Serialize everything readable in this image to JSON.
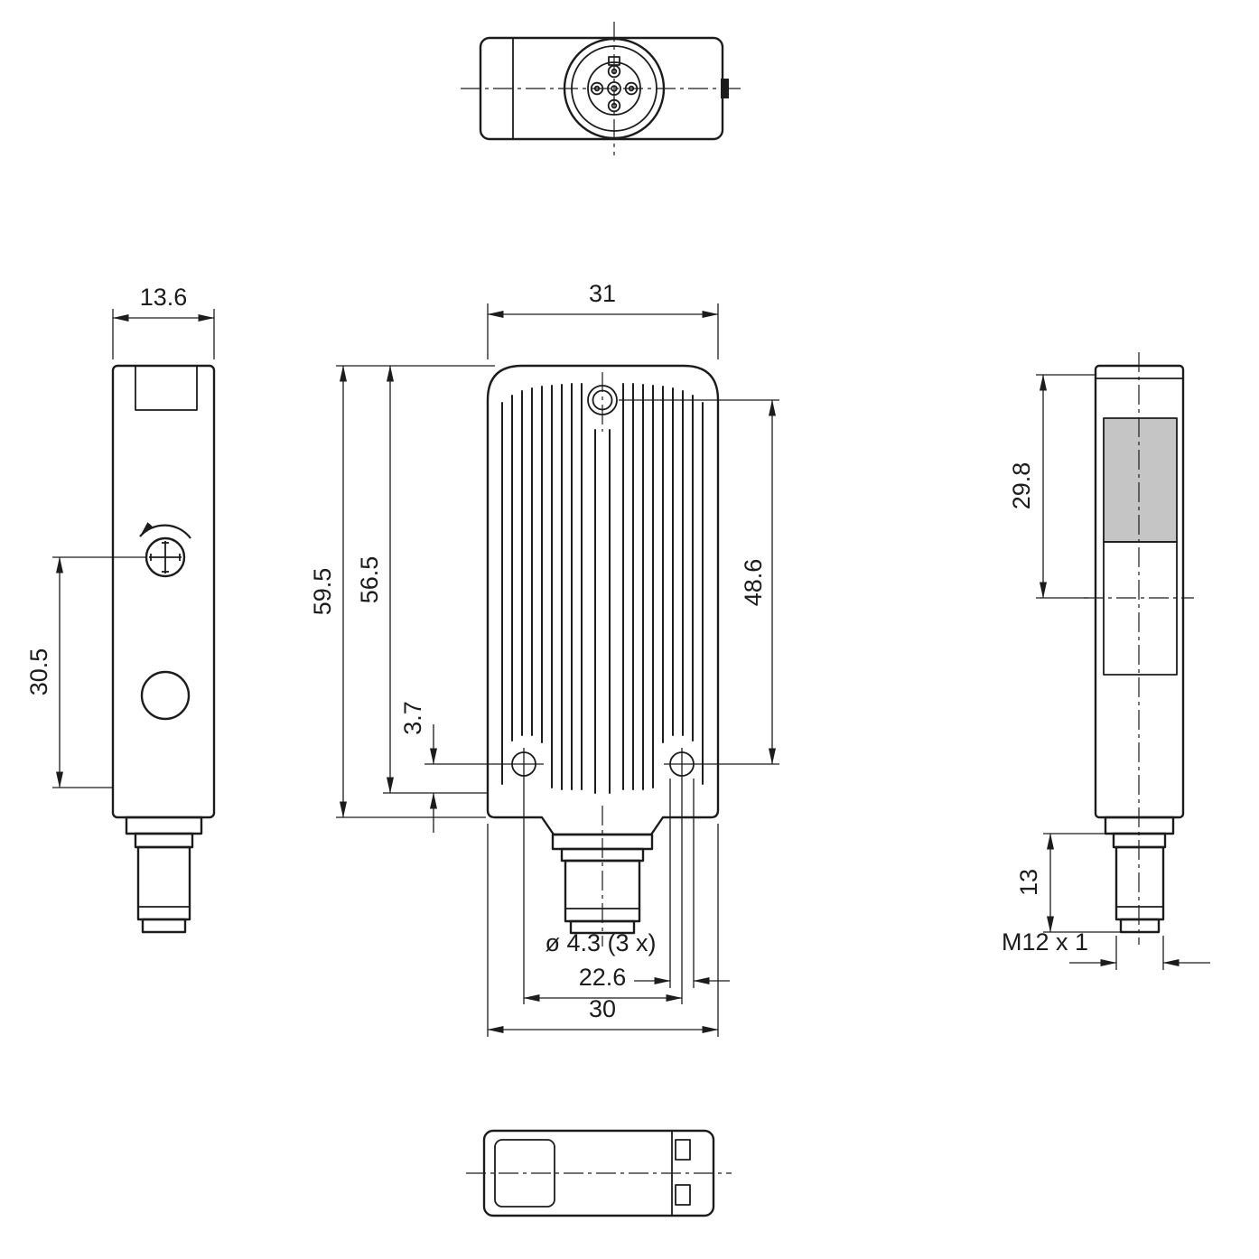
{
  "dimensions": {
    "side_width": "13.6",
    "front_width": "31",
    "overall_height": "59.5",
    "body_height": "56.5",
    "hole_span_vertical": "48.6",
    "adjuster_offset": "30.5",
    "bottom_hole_offset": "3.7",
    "hole_diameter": "ø 4.3 (3 x)",
    "hole_span_horizontal": "22.6",
    "bottom_width": "30",
    "window_height": "29.8",
    "connector_length": "13",
    "connector_thread": "M12 x 1"
  },
  "colors": {
    "line": "#1c1c1c",
    "window_fill": "#c5c5c5",
    "background": "#ffffff"
  }
}
